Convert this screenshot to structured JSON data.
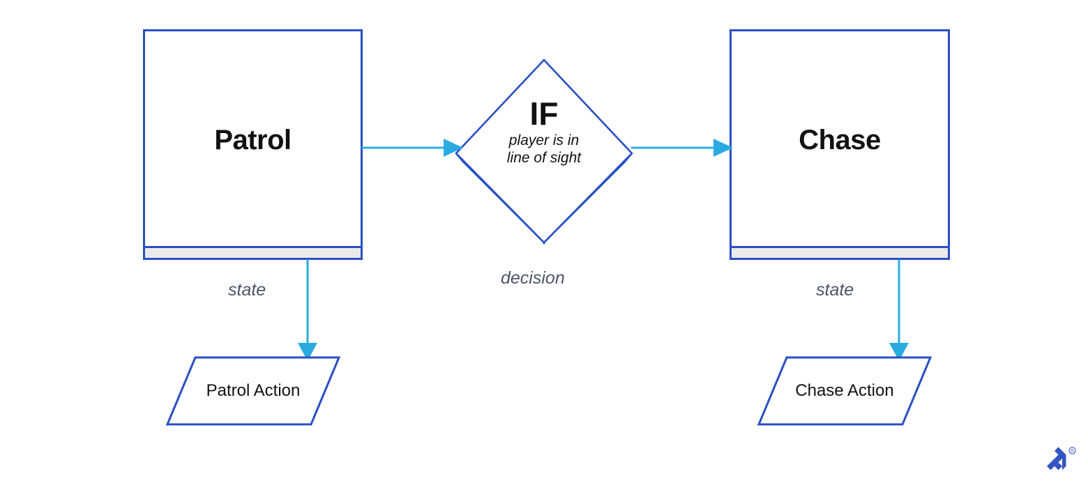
{
  "diagram": {
    "type": "state-machine-flowchart",
    "background_color": "#ffffff",
    "palette": {
      "node_border": "#2a4fc4",
      "node_fill": "#ffffff",
      "node_footer_fill": "#ebebeb",
      "arrow": "#29abe2",
      "diamond_shadow_fill": "#e9ebef",
      "label_text": "#4a5568",
      "node_text": "#111111",
      "brand": "#3355c3"
    },
    "states": [
      {
        "id": "patrol",
        "title": "Patrol",
        "type_label": "state"
      },
      {
        "id": "chase",
        "title": "Chase",
        "type_label": "state"
      }
    ],
    "decision": {
      "id": "if-line-of-sight",
      "keyword": "IF",
      "condition_line_1": "player is in",
      "condition_line_2": "line of sight",
      "type_label": "decision"
    },
    "actions": [
      {
        "id": "patrol-action",
        "label": "Patrol Action"
      },
      {
        "id": "chase-action",
        "label": "Chase Action"
      }
    ],
    "edges": [
      {
        "from": "patrol",
        "to": "if-line-of-sight",
        "orientation": "horizontal"
      },
      {
        "from": "if-line-of-sight",
        "to": "chase",
        "orientation": "horizontal"
      },
      {
        "from": "patrol",
        "to": "patrol-action",
        "orientation": "vertical"
      },
      {
        "from": "chase",
        "to": "chase-action",
        "orientation": "vertical"
      }
    ],
    "brand": {
      "name": "toptal-logo",
      "trademark_symbol": "®"
    }
  }
}
